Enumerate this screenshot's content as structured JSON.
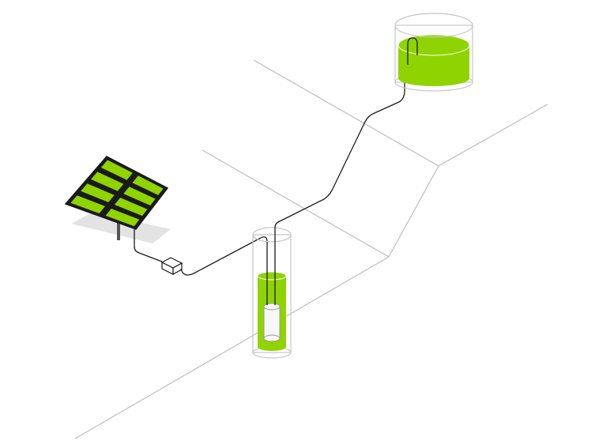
{
  "colors": {
    "background": "#ffffff",
    "ground_line": "#bdbdbd",
    "panel_green": "#8fd400",
    "panel_frame": "#1a1a1a",
    "water_green": "#8fd400",
    "container_outline": "#c6c6c6",
    "pipe": "#1a1a1a",
    "shadow": "#e3e3e3",
    "pump": "#f7f7f7"
  },
  "components": [
    {
      "id": "solar-panel",
      "icon": "solar-panel-icon"
    },
    {
      "id": "controller",
      "icon": "controller-box-icon"
    },
    {
      "id": "well",
      "icon": "borehole-well-icon"
    },
    {
      "id": "submersible-pump",
      "icon": "pump-icon"
    },
    {
      "id": "storage-tank",
      "icon": "water-tank-icon"
    }
  ]
}
